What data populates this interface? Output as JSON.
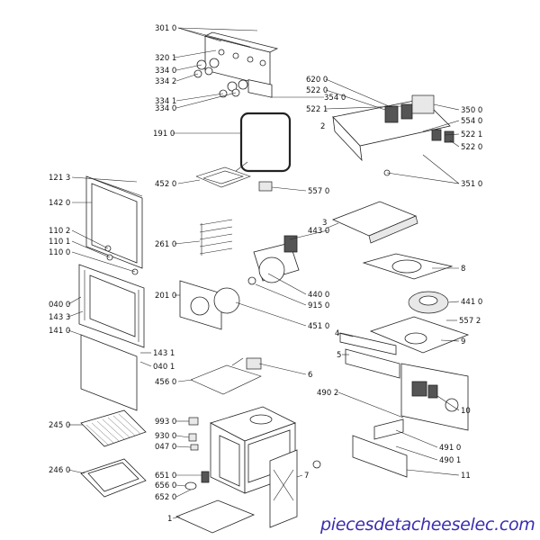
{
  "diagram": {
    "labels": {
      "l3010": "301 0",
      "l3201": "320 1",
      "l3340": "334 0",
      "l3342": "334 2",
      "l3341": "334 1",
      "l3340b": "334 0",
      "l6200": "620 0",
      "l5220": "522 0",
      "l5221": "522 1",
      "l3500": "350 0",
      "l5540": "554 0",
      "l5221b": "522 1",
      "l5220b": "522 0",
      "l3540": "354 0",
      "l2": "2",
      "l1910": "191 0",
      "l4520": "452 0",
      "l5570": "557 0",
      "l3510": "351 0",
      "l1213": "121 3",
      "l1420": "142 0",
      "l1102": "110 2",
      "l1101": "110 1",
      "l1100": "110 0",
      "l2610": "261 0",
      "l3": "3",
      "l4430": "443 0",
      "l8": "8",
      "l0400": "040 0",
      "l1433": "143 3",
      "l1410": "141 0",
      "l2010": "201 0",
      "l4400": "440 0",
      "l9150": "915 0",
      "l4410": "441 0",
      "l4510": "451 0",
      "l5572": "557 2",
      "l4": "4",
      "l9": "9",
      "l5": "5",
      "l1431": "143 1",
      "l0401": "040 1",
      "l4560": "456 0",
      "l6": "6",
      "l4902": "490 2",
      "l10": "10",
      "l2450": "245 0",
      "l9930": "993 0",
      "l9300": "930 0",
      "l0470": "047 0",
      "l4910": "491 0",
      "l4901": "490 1",
      "l2460": "246 0",
      "l6510": "651 0",
      "l6560": "656 0",
      "l6520": "652 0",
      "l7": "7",
      "l11": "11",
      "l1": "1"
    },
    "watermark": "piecesdetacheeselec.com"
  }
}
